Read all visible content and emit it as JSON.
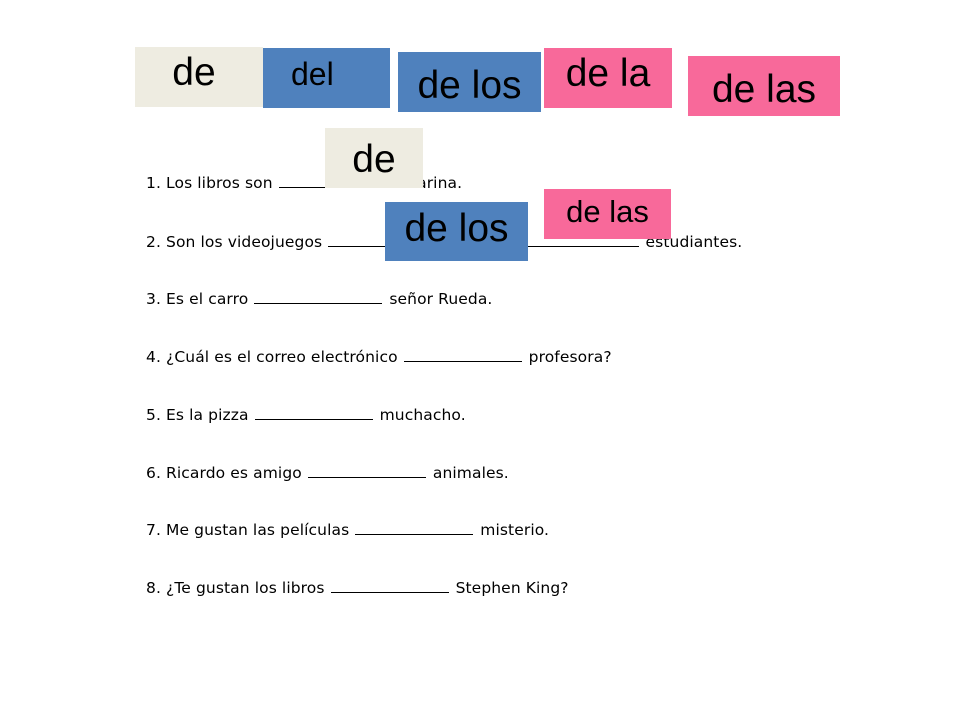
{
  "tiles": {
    "bank": [
      {
        "text": "de",
        "color": "#eeece1"
      },
      {
        "text": "del",
        "color": "#4f81bd"
      },
      {
        "text": "de los",
        "color": "#4f81bd"
      },
      {
        "text": "de la",
        "color": "#f8699a"
      },
      {
        "text": "de las",
        "color": "#f8699a"
      }
    ],
    "placed": [
      {
        "text": "de",
        "color": "#eeece1",
        "sentence": 1
      },
      {
        "text": "de los",
        "color": "#4f81bd",
        "sentence": 2
      },
      {
        "text": "de las",
        "color": "#f8699a",
        "sentence": 2
      }
    ]
  },
  "sentences": [
    {
      "number": "1.",
      "before": "Los libros son",
      "after": "Marina."
    },
    {
      "number": "2.",
      "before": "Son los videojuegos",
      "separator": "/",
      "after": "estudiantes."
    },
    {
      "number": "3.",
      "before": "Es el carro",
      "after": "señor Rueda."
    },
    {
      "number": "4.",
      "before": "¿Cuál es el correo electrónico",
      "after": "profesora?"
    },
    {
      "number": "5.",
      "before": "Es la pizza",
      "after": "muchacho."
    },
    {
      "number": "6.",
      "before": "Ricardo es amigo",
      "after": "animales."
    },
    {
      "number": "7.",
      "before": "Me gustan las películas",
      "after": "misterio."
    },
    {
      "number": "8.",
      "before": "¿Te gustan los libros",
      "after": "Stephen King?"
    }
  ]
}
